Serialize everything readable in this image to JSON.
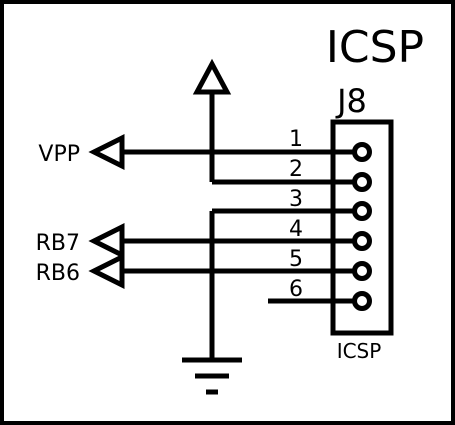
{
  "title": "ICSP",
  "connector": {
    "ref": "J8",
    "value": "ICSP",
    "pins": [
      "1",
      "2",
      "3",
      "4",
      "5",
      "6"
    ]
  },
  "nets": {
    "vpp": "VPP",
    "rb7": "RB7",
    "rb6": "RB6"
  }
}
